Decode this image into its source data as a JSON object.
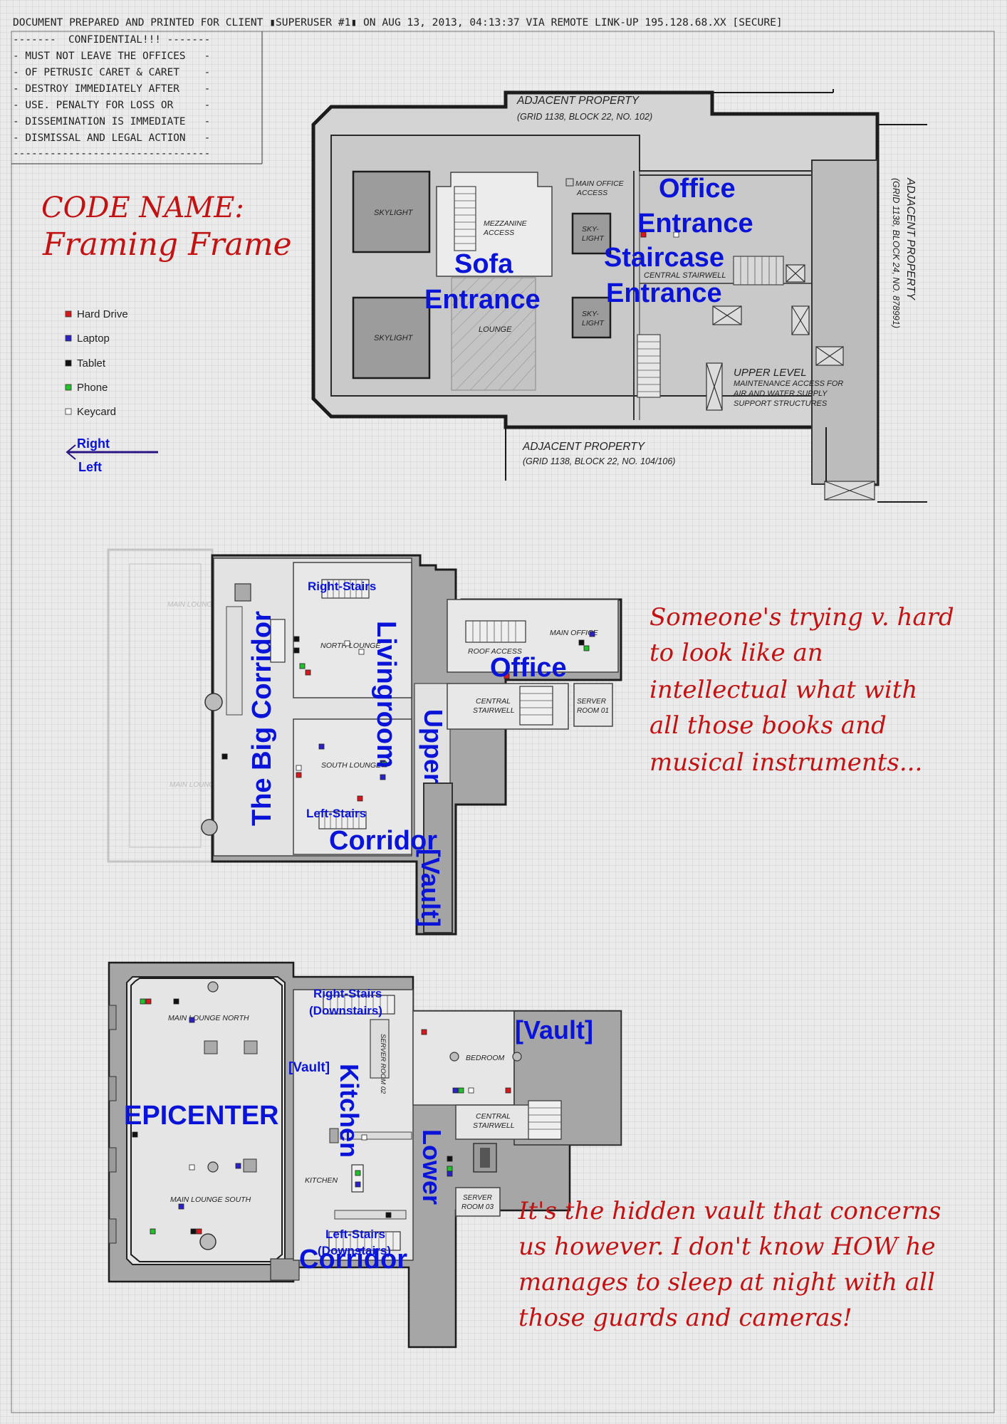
{
  "header": {
    "line": "DOCUMENT PREPARED AND PRINTED FOR CLIENT ▮SUPERUSER #1▮ ON AUG 13, 2013, 04:13:37 VIA REMOTE LINK-UP 195.128.68.XX [SECURE]"
  },
  "confidential": {
    "lines": [
      "-------  CONFIDENTIAL!!! -------",
      "- MUST NOT LEAVE THE OFFICES   -",
      "- OF PETRUSIC CARET & CARET    -",
      "- DESTROY IMMEDIATELY AFTER    -",
      "- USE. PENALTY FOR LOSS OR     -",
      "- DISSEMINATION IS IMMEDIATE   -",
      "- DISMISSAL AND LEGAL ACTION   -",
      "--------------------------------"
    ]
  },
  "codename": {
    "line1": "CODE NAME:",
    "line2": "Framing Frame"
  },
  "legend": {
    "items": [
      {
        "label": "Hard Drive",
        "color": "#d8181c"
      },
      {
        "label": "Laptop",
        "color": "#2a22c8"
      },
      {
        "label": "Tablet",
        "color": "#111111"
      },
      {
        "label": "Phone",
        "color": "#22c02a"
      },
      {
        "label": "Keycard",
        "color": "#ffffff"
      }
    ],
    "arrow_right": "Right",
    "arrow_left": "Left"
  },
  "colors": {
    "annotation": "#0a14d8",
    "handwriting": "#c21212",
    "wall": "#1c1c1c",
    "floor": "#d2d2d2",
    "floor_dark": "#a8a8a8"
  },
  "upper_plan": {
    "adjacent_top": "ADJACENT PROPERTY",
    "adjacent_top_sub": "(GRID 1138, BLOCK 22, NO. 102)",
    "adjacent_right": "ADJACENT PROPERTY",
    "adjacent_right_sub": "(GRID 1138, BLOCK 24, NO. 878991)",
    "adjacent_bottom": "ADJACENT PROPERTY",
    "adjacent_bottom_sub": "(GRID 1138, BLOCK 22, NO. 104/106)",
    "skylight": "SKYLIGHT",
    "sky": "SKY-",
    "light": "LIGHT",
    "mezzanine": "MEZZANINE",
    "access": "ACCESS",
    "lounge": "LOUNGE",
    "main_office": "MAIN OFFICE",
    "central_stairwell": "CENTRAL STAIRWELL",
    "upper_level": "UPPER LEVEL",
    "maintenance": [
      "MAINTENANCE ACCESS FOR",
      "AIR AND WATER SUPPLY",
      "SUPPORT STRUCTURES"
    ],
    "labels": {
      "office": "Office",
      "entrance": "Entrance",
      "staircase": "Staircase",
      "sofa": "Sofa"
    }
  },
  "middle_plan": {
    "main_lounge": "MAIN LOUNGE",
    "main_lounge_south": "MAIN LOUNGE SOUTH",
    "north_lounge": "NORTH LOUNGE",
    "south_lounge": "SOUTH LOUNGE",
    "roof_access": "ROOF ACCESS",
    "main_office": "MAIN OFFICE",
    "central": "CENTRAL",
    "stairwell": "STAIRWELL",
    "server": "SERVER",
    "room_01": "ROOM 01",
    "labels": {
      "right_stairs": "Right-Stairs",
      "left_stairs": "Left-Stairs",
      "big_corridor": "The Big Corridor",
      "livingroom": "Livingroom",
      "office": "Office",
      "upper": "Upper",
      "corridor": "Corridor",
      "vault": "[Vault]"
    }
  },
  "lower_plan": {
    "main_lounge_north": "MAIN LOUNGE NORTH",
    "main_lounge_south": "MAIN LOUNGE SOUTH",
    "server_room_02": "SERVER ROOM 02",
    "bedroom": "BEDROOM",
    "central": "CENTRAL",
    "stairwell": "STAIRWELL",
    "kitchen": "KITCHEN",
    "server": "SERVER",
    "room_03": "ROOM 03",
    "labels": {
      "right_stairs": "Right-Stairs",
      "downstairs": "(Downstairs)",
      "vault_big": "[Vault]",
      "vault_small": "[Vault]",
      "epicenter": "EPICENTER",
      "kitchen": "Kitchen",
      "lower": "Lower",
      "left_stairs": "Left-Stairs",
      "corridor": "Corridor"
    }
  },
  "notes": {
    "note1": [
      "Someone's trying v. hard",
      "to look like an",
      "intellectual what with",
      "all those books and",
      "musical instruments..."
    ],
    "note2": [
      "It's the hidden vault that concerns",
      "us however. I don't know HOW he",
      "manages to sleep at night with all",
      "those guards and cameras!"
    ]
  },
  "items": {
    "upper": [
      "Hard Drive",
      "Keycard"
    ],
    "middle": [
      "Tablet",
      "Tablet",
      "Phone",
      "Hard Drive",
      "Keycard",
      "Keycard",
      "Laptop",
      "Laptop",
      "Tablet",
      "Phone",
      "Hard Drive",
      "Tablet",
      "Laptop",
      "Laptop",
      "Phone",
      "Hard Drive",
      "Keycard",
      "Hard Drive",
      "Tablet"
    ],
    "lower": [
      "Phone",
      "Hard Drive",
      "Tablet",
      "Laptop",
      "Hard Drive",
      "Laptop",
      "Phone",
      "Keycard",
      "Hard Drive",
      "Tablet",
      "Keycard",
      "Laptop",
      "Keycard",
      "Laptop",
      "Tablet",
      "Phone",
      "Phone",
      "Laptop",
      "Laptop",
      "Phone",
      "Hard Drive",
      "Tablet",
      "Keycard"
    ]
  }
}
